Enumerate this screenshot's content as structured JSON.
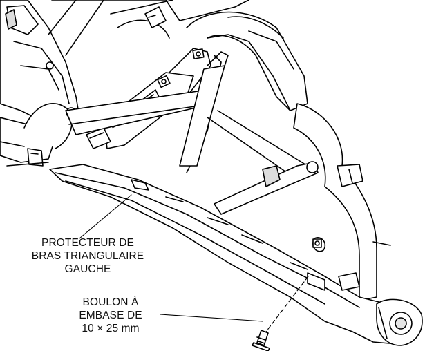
{
  "figure": {
    "description_type": "technical-line-drawing",
    "line_color": "#000000",
    "fill_color": "#ffffff",
    "shade_color": "#d9d9d9"
  },
  "callouts": {
    "guard": {
      "lines": [
        "PROTECTEUR DE",
        "BRAS TRIANGULAIRE",
        "GAUCHE"
      ]
    },
    "bolt": {
      "lines": [
        "BOULON À",
        "EMBASE DE",
        "10 × 25 mm"
      ]
    }
  }
}
